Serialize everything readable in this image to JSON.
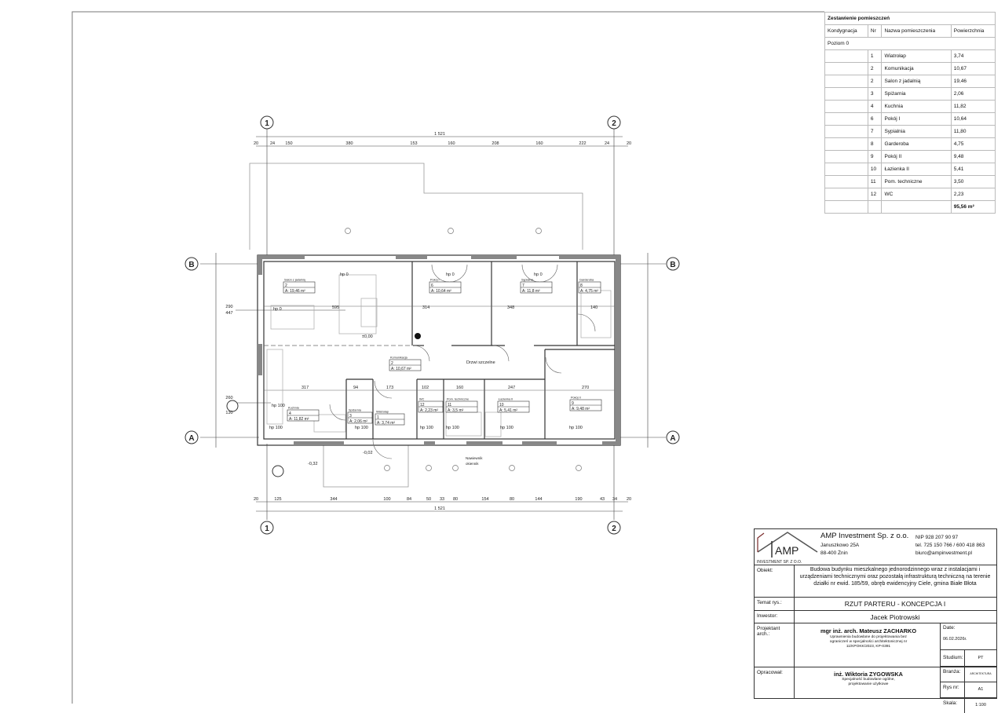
{
  "room_table": {
    "title": "Zestawienie pomieszczeń",
    "headers": [
      "Kondygnacja",
      "Nr",
      "Nazwa pomieszczenia",
      "Powierzchnia"
    ],
    "level": "Poziom 0",
    "rows": [
      {
        "nr": "1",
        "name": "Wiatrołap",
        "area": "3,74"
      },
      {
        "nr": "2",
        "name": "Komunikacja",
        "area": "10,67"
      },
      {
        "nr": "2",
        "name": "Salon z jadalnią",
        "area": "19,46"
      },
      {
        "nr": "3",
        "name": "Spiżarnia",
        "area": "2,06"
      },
      {
        "nr": "4",
        "name": "Kuchnia",
        "area": "11,82"
      },
      {
        "nr": "6",
        "name": "Pokój I",
        "area": "10,64"
      },
      {
        "nr": "7",
        "name": "Sypialnia",
        "area": "11,80"
      },
      {
        "nr": "8",
        "name": "Garderoba",
        "area": "4,75"
      },
      {
        "nr": "9",
        "name": "Pokój II",
        "area": "9,48"
      },
      {
        "nr": "10",
        "name": "Łazienka II",
        "area": "5,41"
      },
      {
        "nr": "11",
        "name": "Pom. techniczne",
        "area": "3,50"
      },
      {
        "nr": "12",
        "name": "WC",
        "area": "2,23"
      }
    ],
    "total": "95,56 m²"
  },
  "plan": {
    "axes": {
      "col1": "1",
      "col2": "2",
      "rowA": "A",
      "rowB": "B"
    },
    "total_dim": "1 521",
    "top_dims": [
      "20",
      "24",
      "150",
      "380",
      "153",
      "160",
      "208",
      "160",
      "222",
      "24",
      "20"
    ],
    "bottom_dims": [
      "20",
      "125",
      "344",
      "100",
      "84",
      "50",
      "33",
      "80",
      "154",
      "80",
      "144",
      "190",
      "43",
      "34",
      "20"
    ],
    "left_dims": [
      "290",
      "447",
      "260",
      "130"
    ],
    "rooms": [
      {
        "name": "Salon z jadalnią",
        "nr": "2",
        "area": "A: 19,46 m²"
      },
      {
        "name": "Pokój I",
        "nr": "6",
        "area": "A: 10,64 m²"
      },
      {
        "name": "Sypialnia",
        "nr": "7",
        "area": "A: 11,8 m²"
      },
      {
        "name": "Garderoba",
        "nr": "8",
        "area": "A: 4,75 m²"
      },
      {
        "name": "Komunikacja",
        "nr": "2",
        "area": "A: 10,67 m²"
      },
      {
        "name": "Kuchnia",
        "nr": "4",
        "area": "A: 11,82 m²"
      },
      {
        "name": "Spiżarnia",
        "nr": "3",
        "area": "A: 2,06 m²"
      },
      {
        "name": "Wiatrołap",
        "nr": "1",
        "area": "A: 3,74 m²"
      },
      {
        "name": "WC",
        "nr": "12",
        "area": "A: 2,23 m²"
      },
      {
        "name": "Pom. techniczne",
        "nr": "11",
        "area": "A: 3,5 m²"
      },
      {
        "name": "Łazienka II",
        "nr": "10",
        "area": "A: 5,41 m²"
      },
      {
        "name": "Pokój II",
        "nr": "9",
        "area": "A: 9,48 m²"
      }
    ],
    "annotations": [
      "hp 0",
      "hp 0",
      "hp 0",
      "hp 0",
      "hp 100",
      "hp 100",
      "hp 100",
      "hp 100",
      "hp 100",
      "hp 100",
      "hp 100",
      "Drzwi szczelne",
      "±0,00",
      "-0,02",
      "-0,32",
      "595",
      "314",
      "348",
      "140",
      "317",
      "94",
      "173",
      "102",
      "160",
      "247",
      "270"
    ],
    "vent_note": [
      "Nawiewnik",
      "okiennik"
    ]
  },
  "title_block": {
    "company": "AMP Investment Sp. z o.o.",
    "address1": "Januszkowo 25A",
    "address2": "88-400 Żnin",
    "nip": "NIP 928 207 90 97",
    "tel": "tel. 725 150 766 / 600 418 863",
    "email": "biuro@ampinvestment.pl",
    "logo_text": "AMP",
    "logo_sub": "INVESTMENT SP. Z O.O.",
    "obiekt_label": "Obiekt:",
    "obiekt": "Budowa budynku mieszkalnego jednorodzinnego wraz z instalacjami i urządzeniami technicznymi oraz pozostałą infrastrukturą techniczną na terenie działki nr ewid. 185/59, obręb ewidencyjny Ciele, gmina Białe Błota",
    "temat_label": "Temat rys.:",
    "temat": "RZUT PARTERU - KONCEPCJA I",
    "inwestor_label": "Inwestor:",
    "inwestor": "Jacek Piotrowski",
    "projektant_label": "Projektant arch.:",
    "projektant": "mgr inż. arch. Mateusz ZACHARKO",
    "projektant_uprawnienia": "Uprawnienia budowlane do projektowania bez ograniczeń w specjalności architektonicznej nr 11/KPOKK/2023, KP-0391",
    "opracowal_label": "Opracował:",
    "opracowal": "inż. Wiktoria ZYGOWSKA",
    "opracowal_spec": "Specjalność budowlane ogólne, projektowanie użytkowe",
    "date_label": "Date:",
    "date": "06.02.2026r.",
    "studium_label": "Studium:",
    "studium": "PT",
    "branza_label": "Branża:",
    "branza": "ARCHITEKTURA",
    "rys_label": "Rys nr:",
    "rys": "A1",
    "skala_label": "Skala:",
    "skala": "1:100"
  }
}
